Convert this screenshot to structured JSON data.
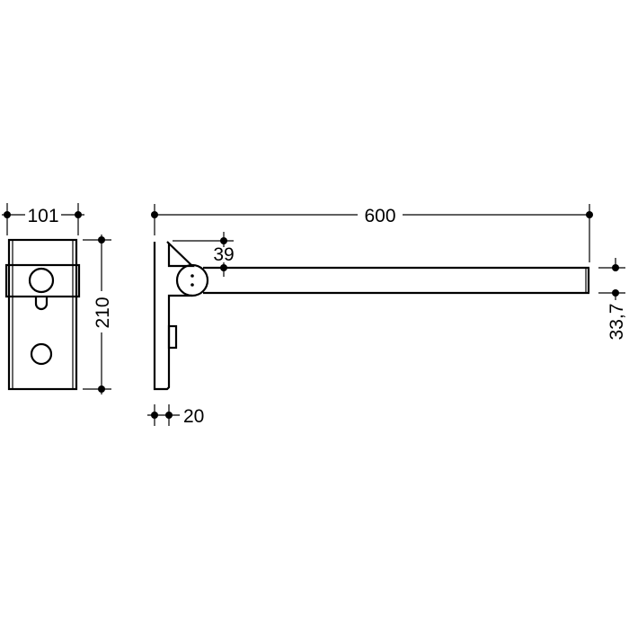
{
  "drawing": {
    "front_view": {
      "width_label": "101",
      "height_label": "210"
    },
    "side_view": {
      "length_label": "600",
      "offset_label": "39",
      "plate_thickness_label": "20",
      "tube_diameter_label": "33,7"
    },
    "colors": {
      "line": "#000000",
      "background": "#ffffff"
    }
  }
}
